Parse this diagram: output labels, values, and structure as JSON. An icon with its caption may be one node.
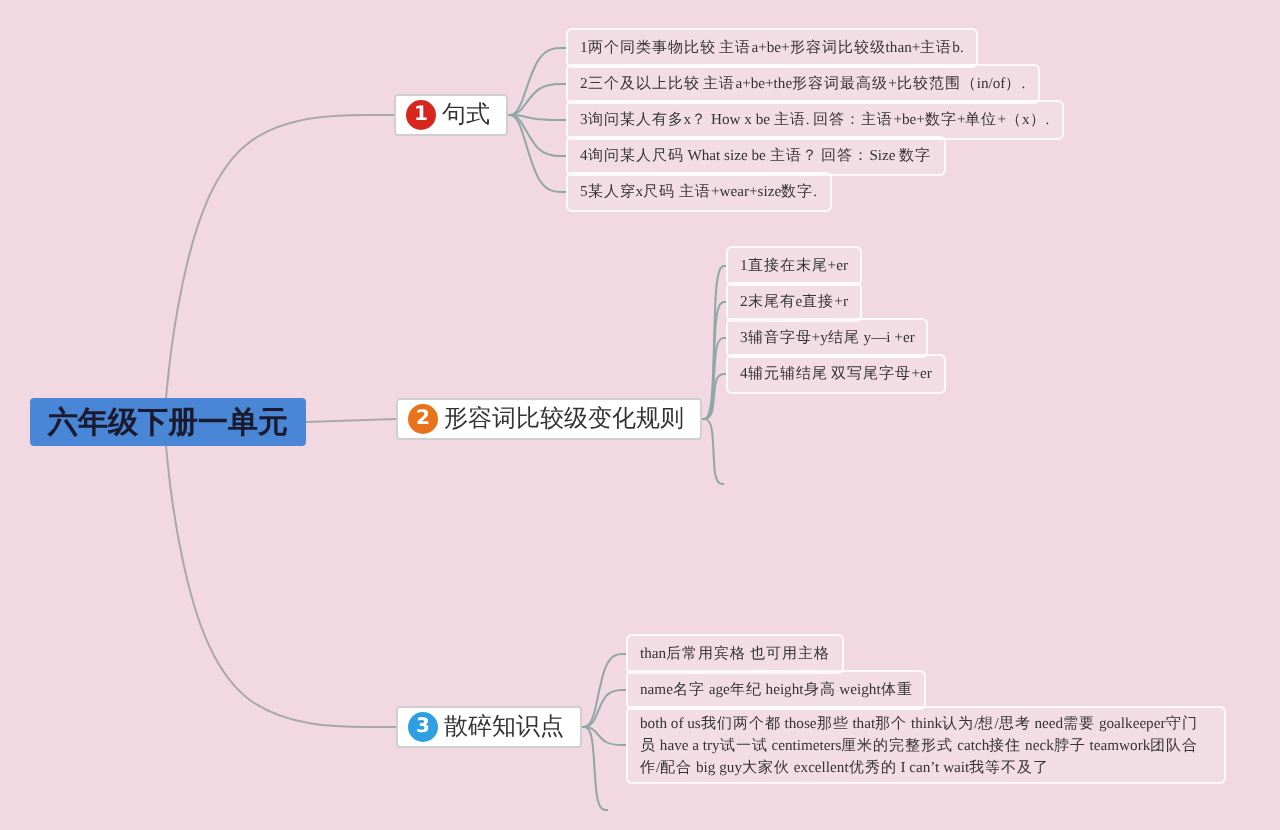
{
  "diagram": {
    "nodes": [
      {
        "text": [
          "六年级下册一单元"
        ]
      },
      {
        "text": [
          "1",
          "句式"
        ]
      },
      {
        "text": [
          "1两个同类事物比较 主语a+be+形容词比较级than+主语b."
        ]
      },
      {
        "text": [
          "2三个及以上比较 主语a+be+the形容词最高级+比较范围（in/of）."
        ]
      },
      {
        "text": [
          "3询问某人有多x？ How x be 主语. 回答：主语+be+数字+单位+（x）."
        ]
      },
      {
        "text": [
          "4询问某人尺码 What size be 主语？ 回答：Size 数字"
        ]
      },
      {
        "text": [
          "5某人穿x尺码 主语+wear+size数字."
        ]
      },
      {
        "text": [
          "2",
          "形容词比较级变化规则"
        ]
      },
      {
        "text": [
          "1直接在末尾+er"
        ]
      },
      {
        "text": [
          "2末尾有e直接+r"
        ]
      },
      {
        "text": [
          "3辅音字母+y结尾 y—i +er"
        ]
      },
      {
        "text": [
          "4辅元辅结尾 双写尾字母+er"
        ]
      },
      {
        "text": [
          "3",
          "散碎知识点"
        ]
      },
      {
        "text": [
          "than后常用宾格 也可用主格"
        ]
      },
      {
        "text": [
          "name名字 age年纪 height身高 weight体重"
        ]
      },
      {
        "text": [
          "both of us我们两个都 those那些 that那个 think认为/想/思考 need需要 goalkeeper守门员 have a try试一试 centimeters厘米的完整形式 catch接住 neck脖子 teamwork团队合作/配合 big guy大家伙 excellent优秀的 I can’t wait我等不及了"
        ]
      }
    ],
    "edges": [
      {
        "from": 0,
        "to": 1,
        "arrow": "none"
      },
      {
        "from": 1,
        "to": 2,
        "arrow": "none"
      },
      {
        "from": 1,
        "to": 3,
        "arrow": "none"
      },
      {
        "from": 1,
        "to": 4,
        "arrow": "none"
      },
      {
        "from": 1,
        "to": 5,
        "arrow": "none"
      },
      {
        "from": 1,
        "to": 6,
        "arrow": "none"
      },
      {
        "from": 0,
        "to": 7,
        "arrow": "none"
      },
      {
        "from": 7,
        "to": 8,
        "arrow": "none"
      },
      {
        "from": 7,
        "to": 9,
        "arrow": "none"
      },
      {
        "from": 7,
        "to": 10,
        "arrow": "none"
      },
      {
        "from": 7,
        "to": 11,
        "arrow": "none"
      },
      {
        "from": 7,
        "to": null,
        "arrow": "none"
      },
      {
        "from": 0,
        "to": 12,
        "arrow": "none"
      },
      {
        "from": 12,
        "to": 13,
        "arrow": "none"
      },
      {
        "from": 12,
        "to": 14,
        "arrow": "none"
      },
      {
        "from": 12,
        "to": 15,
        "arrow": "none"
      },
      {
        "from": 12,
        "to": null,
        "arrow": "none"
      }
    ]
  }
}
